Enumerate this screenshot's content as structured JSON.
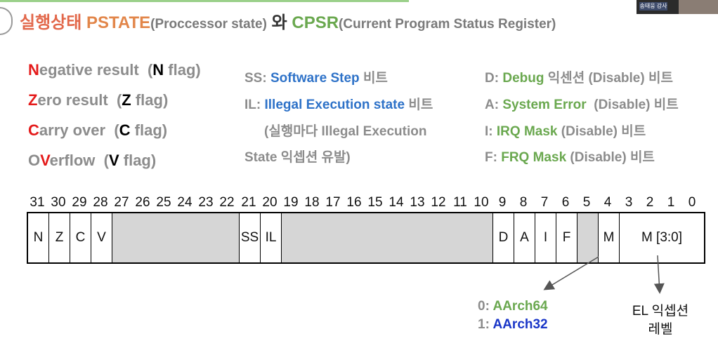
{
  "title": {
    "korean": "실행상태",
    "pstate": "PSTATE",
    "pstate_paren": "(Proccessor state)",
    "wa": "와",
    "cpsr": "CPSR",
    "cpsr_paren": "(Current Program Status Register)"
  },
  "webcam": {
    "name_tag": "송태웅 강사"
  },
  "flags": [
    {
      "letter": "N",
      "rest": "egative result",
      "paren_open": "(",
      "flag_letter": "N",
      "paren_close": " flag)"
    },
    {
      "letter": "Z",
      "rest": "ero result",
      "paren_open": "(",
      "flag_letter": "Z",
      "paren_close": " flag)"
    },
    {
      "letter": "C",
      "rest": "arry over",
      "paren_open": "(",
      "flag_letter": "C",
      "paren_close": " flag)"
    },
    {
      "pre": "O",
      "letter": "V",
      "rest": "erflow",
      "paren_open": "(",
      "flag_letter": "V",
      "paren_close": " flag)"
    }
  ],
  "middle": {
    "ss_prefix": "SS:",
    "ss_name": "Software Step",
    "ss_suffix": "비트",
    "il_prefix": "IL:",
    "il_name": "Illegal Execution state",
    "il_suffix": "비트",
    "il_note1": "(실행마다 Illegal Execution",
    "il_note2": "State 익셉션 유발)"
  },
  "right": [
    {
      "prefix": "D:",
      "name": "Debug",
      "suffix": "익센션  (Disable) 비트"
    },
    {
      "prefix": "A:",
      "name": "System Error",
      "suffix": "(Disable) 비트"
    },
    {
      "prefix": "I:",
      "name": "IRQ Mask",
      "suffix": "(Disable) 비트"
    },
    {
      "prefix": "F:",
      "name": "FRQ Mask",
      "suffix": "(Disable) 비트"
    }
  ],
  "bit_numbers": [
    "31",
    "30",
    "29",
    "28",
    "27",
    "26",
    "25",
    "24",
    "23",
    "22",
    "21",
    "20",
    "19",
    "18",
    "17",
    "16",
    "15",
    "14",
    "13",
    "12",
    "11",
    "10",
    "9",
    "8",
    "7",
    "6",
    "5",
    "4",
    "3",
    "2",
    "1",
    "0"
  ],
  "register_cells": [
    "N",
    "Z",
    "C",
    "V",
    "",
    "SS",
    "IL",
    "",
    "D",
    "A",
    "I",
    "F",
    "",
    "M",
    "M [3:0]"
  ],
  "m_bit_legend": [
    {
      "value": "0:",
      "label": "AArch64"
    },
    {
      "value": "1:",
      "label": "AArch32"
    }
  ],
  "el_note": {
    "line1": "EL 익셉션",
    "line2": "레벨"
  },
  "colors": {
    "red": "#e41a1a",
    "blue": "#2e72c8",
    "green": "#6aa84f",
    "navy": "#1a36c8",
    "gray_field": "#d6d6d6"
  }
}
